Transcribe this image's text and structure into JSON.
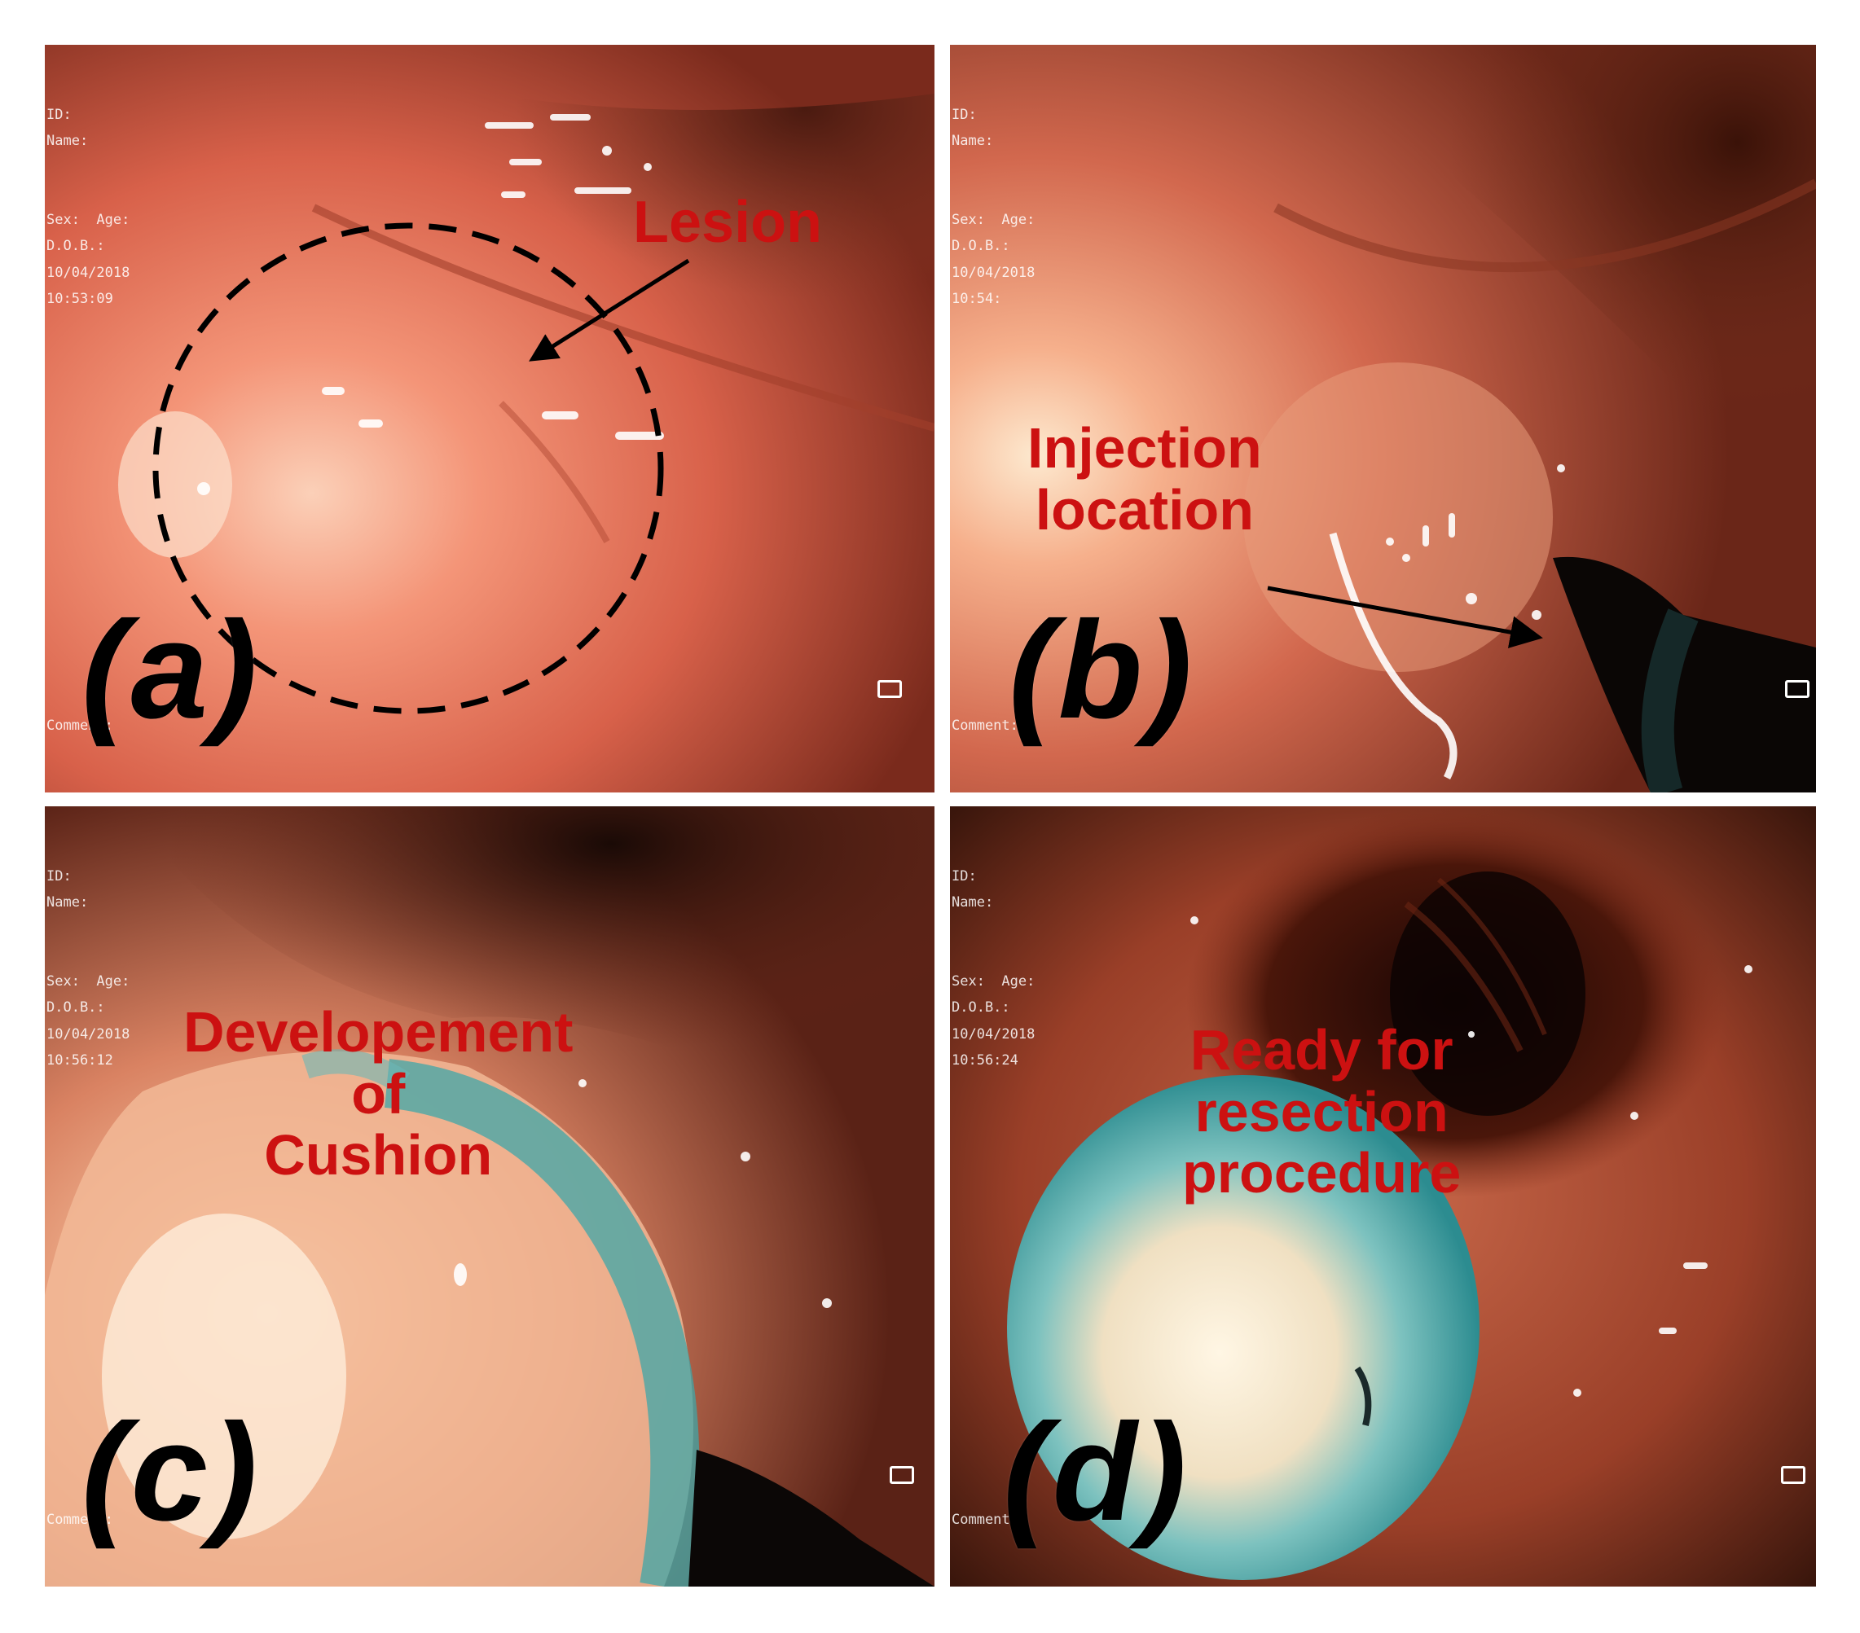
{
  "panels": [
    {
      "id": "a",
      "letter": "(a)",
      "annotation": [
        "Lesion"
      ],
      "osd": {
        "line1": "ID:",
        "line2": "Name:",
        "line3": "Sex:  Age:",
        "line4": "D.O.B.:",
        "line5": "10/04/2018",
        "line6": "10:53:09",
        "line7": "Comment:"
      }
    },
    {
      "id": "b",
      "letter": "(b)",
      "annotation": [
        "Injection",
        "location"
      ],
      "osd": {
        "line1": "ID:",
        "line2": "Name:",
        "line3": "Sex:  Age:",
        "line4": "D.O.B.:",
        "line5": "10/04/2018",
        "line6": "10:54:",
        "line7": "Comment:"
      }
    },
    {
      "id": "c",
      "letter": "(c)",
      "annotation": [
        "Developement",
        "of",
        "Cushion"
      ],
      "osd": {
        "line1": "ID:",
        "line2": "Name:",
        "line3": "Sex:  Age:",
        "line4": "D.O.B.:",
        "line5": "10/04/2018",
        "line6": "10:56:12",
        "line7": "Comment:"
      }
    },
    {
      "id": "d",
      "letter": "(d)",
      "annotation": [
        "Ready for",
        "resection",
        "procedure"
      ],
      "osd": {
        "line1": "ID:",
        "line2": "Name:",
        "line3": "Sex:  Age:",
        "line4": "D.O.B.:",
        "line5": "10/04/2018",
        "line6": "10:56:24",
        "line7": "Comment:"
      }
    }
  ],
  "colors": {
    "annotation_red": "#cc1111",
    "mucosa_light": "#f08a6a",
    "mucosa_dark": "#6a2a1a",
    "dye_blue": "#3fa7a8"
  }
}
